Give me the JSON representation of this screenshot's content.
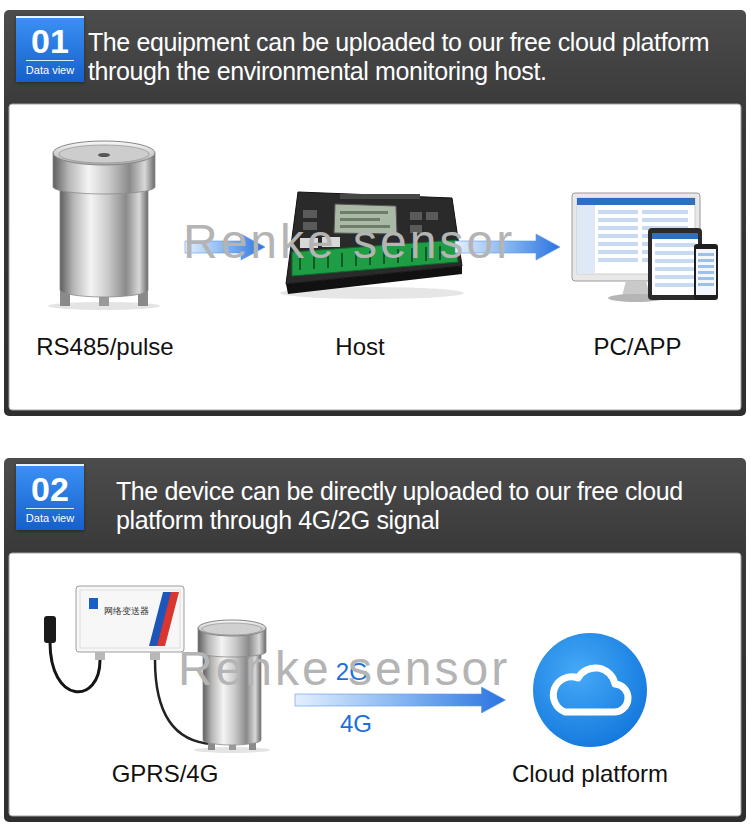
{
  "diagram": {
    "nodes": [
      {
        "text": [
          "The equipment can be uploaded to our free cloud platform through the environmental monitoring host."
        ]
      },
      {
        "text": [
          "01",
          "Data view"
        ],
        "in": 0
      },
      {
        "text": [
          "RS485/pulse"
        ],
        "in": 0
      },
      {
        "text": [
          "Host"
        ],
        "in": 0
      },
      {
        "text": [
          "PC/APP"
        ],
        "in": 0
      },
      {
        "text": [
          "The device can be directly uploaded to our free cloud platform through 4G/2G signal"
        ]
      },
      {
        "text": [
          "02",
          "Data view"
        ],
        "in": 5
      },
      {
        "text": [
          "GPRS/4G"
        ],
        "in": 5
      },
      {
        "text": [
          "Cloud platform"
        ],
        "in": 5
      }
    ],
    "edges": [
      {
        "from": 2,
        "to": 3,
        "arrow": "to"
      },
      {
        "from": 3,
        "to": 4,
        "arrow": "to"
      },
      {
        "from": 7,
        "to": 8,
        "label": "2G",
        "arrow": "to"
      }
    ],
    "labels": [
      "Renke sensor",
      "网络变送器",
      "Renke sensor",
      "4G"
    ]
  }
}
